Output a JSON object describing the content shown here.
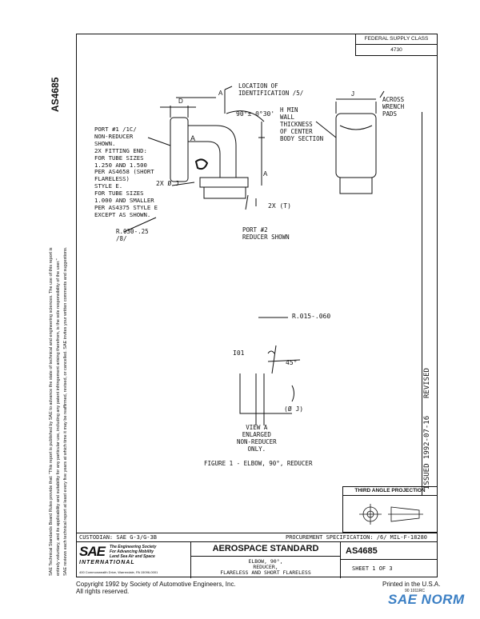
{
  "side": {
    "doc_id": "AS4685",
    "disclaimer_lines": [
      "SAE Technical Standards Board Rules provide that: \"This report is published by SAE to advance the state of technical and engineering sciences. The use of this report is",
      "entirely voluntary, and its applicability and suitability for any particular use, including any patent infringement arising therefrom, is the sole responsibility of the user.\"",
      "SAE reviews each technical report at least every five years at which time it may be reaffirmed, revised, or cancelled. SAE invites your written comments and suggestions."
    ]
  },
  "header": {
    "fsc_label": "FEDERAL SUPPLY CLASS",
    "fsc_value": "4730"
  },
  "revision": {
    "issued": "ISSUED 1992-07-16",
    "status": "REVISED"
  },
  "drawing": {
    "labels": {
      "d": "D",
      "a_top": "A",
      "a_left": "A",
      "a_right": "A",
      "j": "J",
      "loc_id": "LOCATION OF\nIDENTIFICATION /5/",
      "angle": "90°± 0°30'",
      "port1": "PORT #1 /1C/\nNON-REDUCER\nSHOWN.\n2X FITTING END:\nFOR TUBE SIZES\n1.250 AND 1.500\nPER AS4658 (SHORT\nFLARELESS)\nSTYLE E.\nFOR TUBE SIZES\n1.000 AND SMALLER\nPER AS4375 STYLE E\nEXCEPT AS SHOWN.",
      "two_x_j": "2X Ø J",
      "two_x_t": "2X (T)",
      "port2": "PORT #2\nREDUCER SHOWN",
      "radius": "R.030-.25\n/8/",
      "hmin": "H MIN\nWALL\nTHICKNESS\nOF CENTER\nBODY SECTION",
      "across": "ACROSS\nWRENCH\nPADS",
      "r015": "R.015-.060",
      "i01": "I01",
      "deg45": "45°",
      "phi_j": "(Ø J)",
      "view_a": "VIEW A\nENLARGED\nNON-REDUCER\nONLY.",
      "figure_caption": "FIGURE 1 - ELBOW, 90°, REDUCER"
    }
  },
  "projection": {
    "label": "THIRD ANGLE PROJECTION"
  },
  "title_block": {
    "custodian": "CUSTODIAN:  SAE G-3/G-3B",
    "procurement": "PROCUREMENT SPECIFICATION:  /6/  MIL-F-18280",
    "sae_logo": "SAE",
    "sae_tag1": "The Engineering Society",
    "sae_tag2": "For Advancing Mobility",
    "sae_tag3": "Land Sea Air and Space",
    "sae_international": "INTERNATIONAL",
    "sae_address": "400 Commonwealth Drive, Warrendale, PA 15096-0001",
    "std_title": "AEROSPACE STANDARD",
    "desc1": "ELBOW, 90°,",
    "desc2": "REDUCER,",
    "desc3": "FLARELESS AND SHORT FLARELESS",
    "doc_id": "AS4685",
    "sheet": "SHEET 1 OF 3"
  },
  "footer": {
    "copyright": "Copyright 1992 by Society of Automotive Engineers, Inc.",
    "rights": "All rights reserved.",
    "printed": "Printed in the U.S.A.",
    "code": "90 1011RC"
  },
  "watermark": {
    "text": "SAE NORM"
  }
}
